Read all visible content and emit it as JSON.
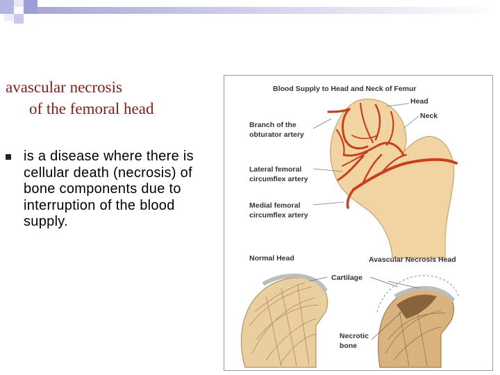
{
  "slide": {
    "title_line1": "avascular necrosis",
    "title_line2": "of the femoral head",
    "bullet_text": "is a disease where there is cellular death (necrosis) of bone components due to interruption of the blood supply."
  },
  "figure": {
    "title": "Blood Supply to Head and Neck of Femur",
    "label_head": "Head",
    "label_neck": "Neck",
    "label_obturator_1": "Branch of the",
    "label_obturator_2": "obturator artery",
    "label_lateral_1": "Lateral femoral",
    "label_lateral_2": "circumflex artery",
    "label_medial_1": "Medial femoral",
    "label_medial_2": "circumflex artery",
    "label_normal_head": "Normal Head",
    "label_avn_head": "Avascular Necrosis Head",
    "label_cartilage": "Cartilage",
    "label_necrotic_1": "Necrotic",
    "label_necrotic_2": "bone"
  },
  "colors": {
    "title": "#8b1a1a",
    "artery": "#c8401a",
    "bone": "#f2d3a2",
    "cartilage": "#c9c9c9"
  }
}
